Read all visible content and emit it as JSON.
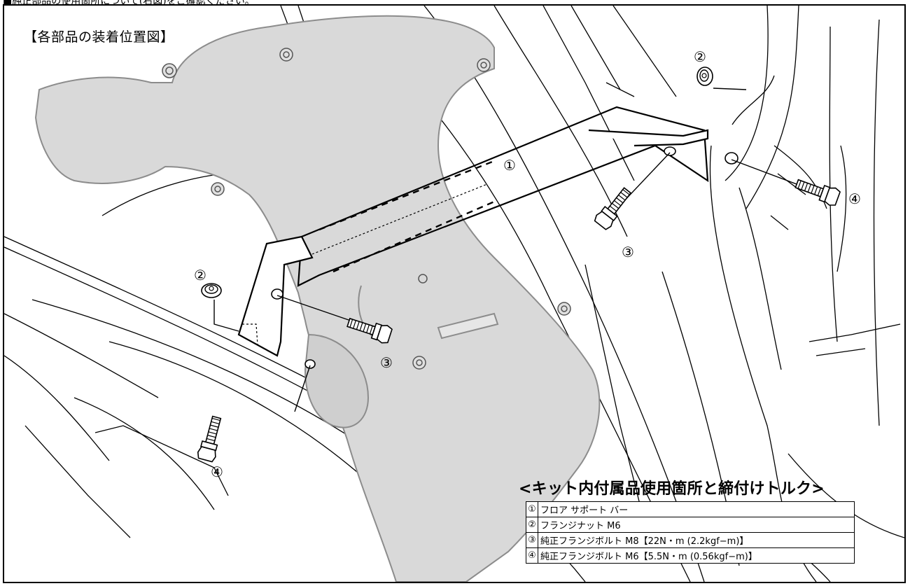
{
  "header": {
    "caption": "■純正部品の使用箇所について(右図)をご確認ください。"
  },
  "diagram": {
    "title": "【各部品の装着位置図】",
    "callouts": {
      "bar": "①",
      "nut_upper": "②",
      "nut_lower": "②",
      "bolt_m8_right": "③",
      "bolt_m8_left": "③",
      "bolt_m6_right": "④",
      "bolt_m6_left": "④"
    },
    "colors": {
      "line": "#000000",
      "shaded_part": "#d9d9d9",
      "shaded_stroke": "#8c8c8c"
    },
    "icons": [
      "flange-bolt-icon",
      "flange-nut-icon",
      "support-bar-icon",
      "tunnel-cover-icon"
    ]
  },
  "legend": {
    "title": "<キット内付属品使用箇所と締付けトルク>",
    "items": [
      {
        "num": "①",
        "desc": "フロア サポート バー"
      },
      {
        "num": "②",
        "desc": "フランジナット M6"
      },
      {
        "num": "③",
        "desc": "純正フランジボルト M8【22N・m (2.2kgf−m)】"
      },
      {
        "num": "④",
        "desc": "純正フランジボルト M6【5.5N・m (0.56kgf−m)】"
      }
    ]
  }
}
